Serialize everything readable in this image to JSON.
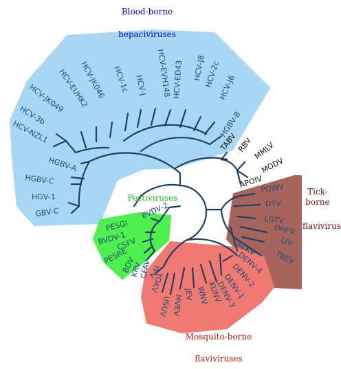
{
  "groups": {
    "hepaci": {
      "title_line1": "Blood-borne",
      "title_line2": "hepaciviruses",
      "color": "#0000cc",
      "fill": "#a7d7f3"
    },
    "pesti": {
      "title": "Pestiviruses",
      "color": "#22bb22",
      "fill": "#4df04d"
    },
    "tick": {
      "title_line1": "Tick-",
      "title_line2": "borne",
      "title_line3": "flaviviruses",
      "color": "#7a1010",
      "fill": "#a6645c"
    },
    "mosquito": {
      "title_line1": "Mosquito-borne",
      "title_line2": "flaviviruses",
      "color": "#b01010",
      "fill": "#f07a72"
    }
  },
  "leaf_color": "#234a78",
  "branch_color": "#1f3f66",
  "leaves": {
    "hepaci": [
      "HCV-NZL1",
      "HCV-3b",
      "HCV-JK049",
      "HCV-EUHK2",
      "HCV-JK046",
      "HCV-1c",
      "HCV-J",
      "HCV-EVH148",
      "HCV-ED43",
      "HCV-J8",
      "HCV-2c",
      "HCV-J6",
      "HGBV-B",
      "HGBV-A",
      "HGBV-C",
      "HGV-1",
      "GBV-C"
    ],
    "unclassified": [
      "TABV",
      "RBV",
      "MMLV",
      "MODV",
      "APOIV"
    ],
    "tick": [
      "POWV",
      "DTV",
      "LGTV",
      "OHFV",
      "LIV",
      "TBEV",
      "ALKV"
    ],
    "mosquito": [
      "DENV-4",
      "DENV-2",
      "DENV-1",
      "DENV-3",
      "KUNV",
      "WNV",
      "JEV",
      "MVEV",
      "USUV",
      "YOKV",
      "YFV"
    ],
    "pesti": [
      "BVDV-2",
      "PESGI",
      "BVDV-1",
      "CSFV",
      "PESRE",
      "BDV",
      "KRV",
      "CFAV"
    ]
  }
}
